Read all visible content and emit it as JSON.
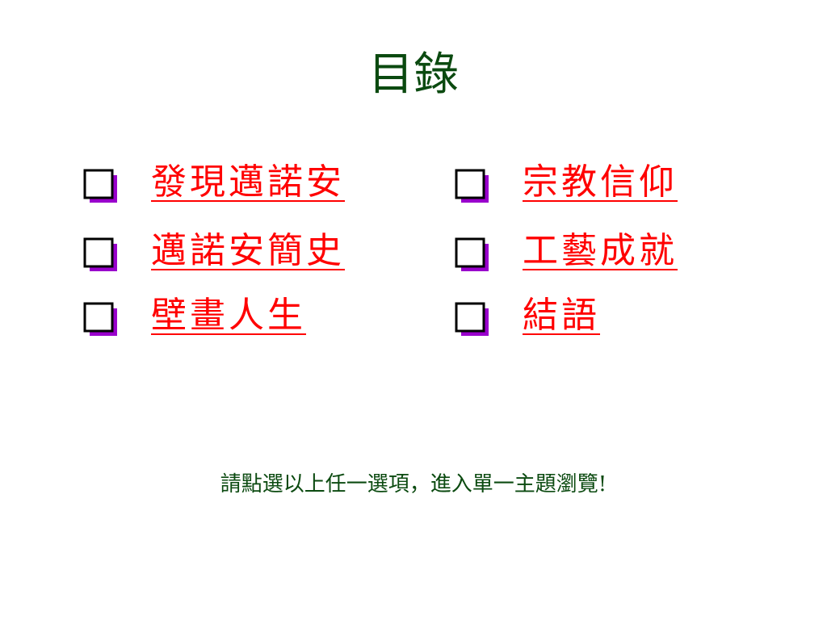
{
  "slide": {
    "title": "目錄",
    "bullet_icon": "square-bullet-icon",
    "colors": {
      "title": "#0b4a10",
      "link": "#ff0000",
      "bullet_outline": "#000000",
      "bullet_shadow": "#9900cc",
      "footer": "#0b4a10"
    },
    "menu": [
      {
        "label": "發現邁諾安"
      },
      {
        "label": "邁諾安簡史"
      },
      {
        "label": "壁畫人生"
      },
      {
        "label": "宗教信仰"
      },
      {
        "label": "工藝成就"
      },
      {
        "label": "結語"
      }
    ],
    "instruction": "請點選以上任一選項，進入單一主題瀏覽!"
  }
}
